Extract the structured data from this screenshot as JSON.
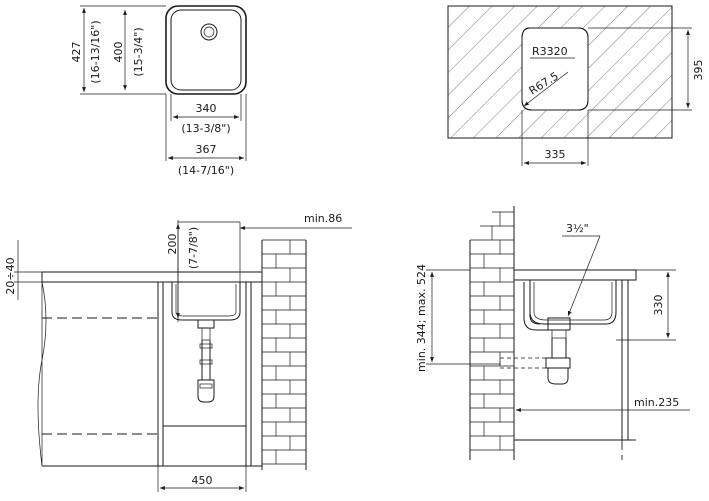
{
  "top_view": {
    "dim_427": "427",
    "dim_427_inch": "(16-13/16\")",
    "dim_400": "400",
    "dim_400_inch": "(15-3/4\")",
    "dim_340": "340",
    "dim_340_inch": "(13-3/8\")",
    "dim_367": "367",
    "dim_367_inch": "(14-7/16\")"
  },
  "cutout_view": {
    "radius_outer": "R3320",
    "radius_corner": "R67.5",
    "dim_335": "335",
    "dim_395": "395"
  },
  "side_view_left": {
    "dim_20_40": "20÷40",
    "dim_200": "200",
    "dim_200_inch": "(7-7/8\")",
    "dim_min86": "min.86",
    "dim_450": "450"
  },
  "side_view_right": {
    "dim_height": "min. 344; max. 524",
    "dim_pipe": "3½\"",
    "dim_330": "330",
    "dim_min235": "min.235"
  },
  "colors": {
    "line": "#1a1a1a",
    "background": "#ffffff"
  }
}
